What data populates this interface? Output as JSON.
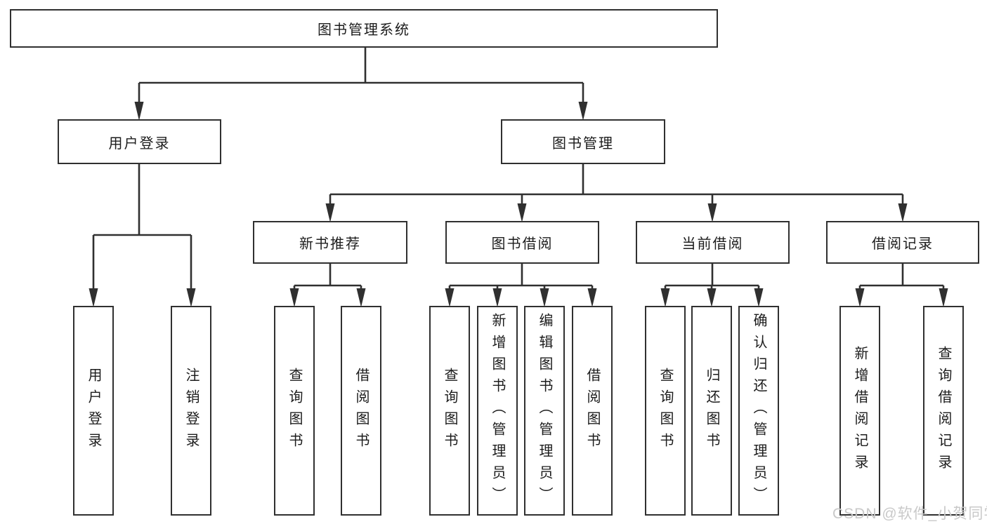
{
  "tree": {
    "label": "图书管理系统",
    "children": [
      {
        "label": "用户登录",
        "children": [
          {
            "label": "用户登录"
          },
          {
            "label": "注销登录"
          }
        ]
      },
      {
        "label": "图书管理",
        "children": [
          {
            "label": "新书推荐",
            "children": [
              {
                "label": "查询图书"
              },
              {
                "label": "借阅图书"
              }
            ]
          },
          {
            "label": "图书借阅",
            "children": [
              {
                "label": "查询图书"
              },
              {
                "label": "新增图书（管理员）"
              },
              {
                "label": "编辑图书（管理员）"
              },
              {
                "label": "借阅图书"
              }
            ]
          },
          {
            "label": "当前借阅",
            "children": [
              {
                "label": "查询图书"
              },
              {
                "label": "归还图书"
              },
              {
                "label": "确认归还（管理员）"
              }
            ]
          },
          {
            "label": "借阅记录",
            "children": [
              {
                "label": "新增借阅记录"
              },
              {
                "label": "查询借阅记录"
              }
            ]
          }
        ]
      }
    ]
  },
  "watermark": {
    "text": "CSDN @软件_小贺同学"
  },
  "colors": {
    "line": "#303030",
    "box_border": "#303030",
    "text": "#1c1c1c",
    "watermark": "#c9c9c9",
    "background": "#ffffff"
  }
}
